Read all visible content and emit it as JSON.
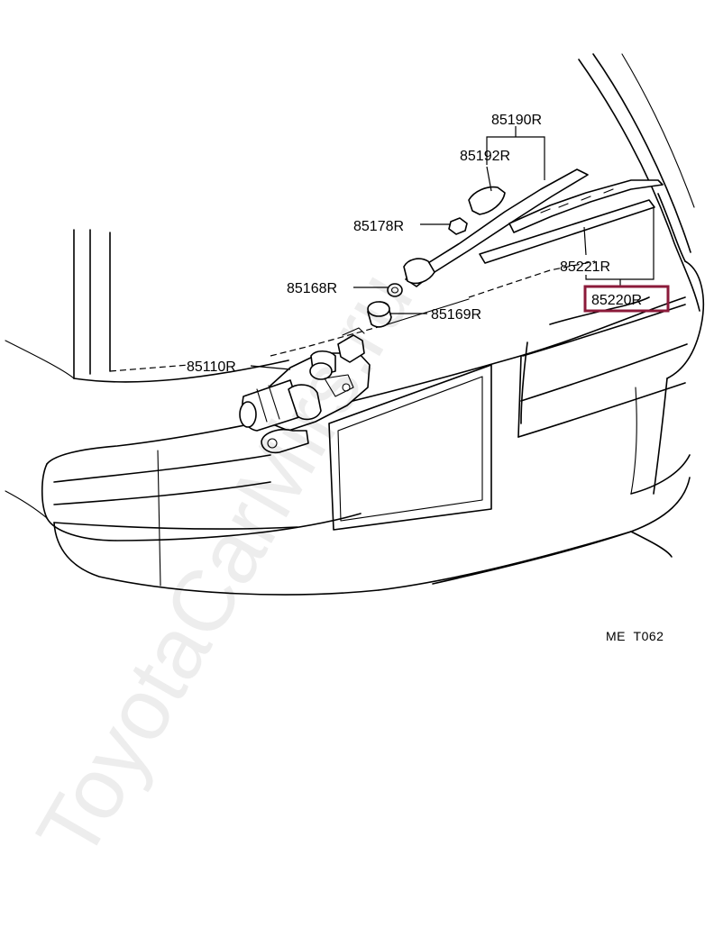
{
  "diagram": {
    "parts": [
      {
        "id": "p85190",
        "label": "85190R"
      },
      {
        "id": "p85192",
        "label": "85192R"
      },
      {
        "id": "p85178",
        "label": "85178R"
      },
      {
        "id": "p85168",
        "label": "85168R"
      },
      {
        "id": "p85169",
        "label": "85169R"
      },
      {
        "id": "p85221",
        "label": "85221R"
      },
      {
        "id": "p85220",
        "label": "85220R",
        "highlighted": true
      },
      {
        "id": "p85110",
        "label": "85110R"
      }
    ],
    "drawing_code": "ME  T062",
    "watermark": "ToyotaCarMirs.ru",
    "colors": {
      "highlight": "#8b1a3a",
      "line": "#000000"
    }
  }
}
